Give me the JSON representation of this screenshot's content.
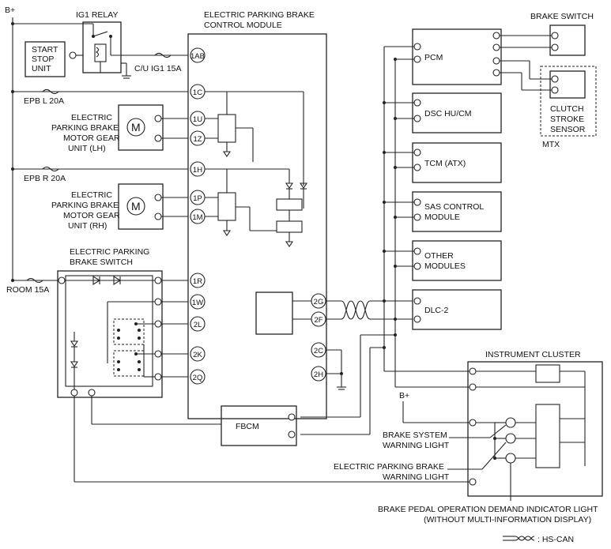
{
  "labels": {
    "bplus_top": "B+",
    "ig1_relay": "IG1 RELAY",
    "start_stop_1": "START",
    "start_stop_2": "STOP",
    "start_stop_3": "UNIT",
    "cu_ig1": "C/U IG1 15A",
    "epb_module_1": "ELECTRIC PARKING BRAKE",
    "epb_module_2": "CONTROL MODULE",
    "epb_l": "EPB L 20A",
    "epb_r": "EPB R 20A",
    "motor_lh_1": "ELECTRIC",
    "motor_lh_2": "PARKING BRAKE",
    "motor_lh_3": "MOTOR GEAR",
    "motor_lh_4": "UNIT (LH)",
    "motor_rh_1": "ELECTRIC",
    "motor_rh_2": "PARKING BRAKE",
    "motor_rh_3": "MOTOR GEAR",
    "motor_rh_4": "UNIT (RH)",
    "motor_symbol": "M",
    "epb_switch_1": "ELECTRIC PARKING",
    "epb_switch_2": "BRAKE SWITCH",
    "room": "ROOM 15A",
    "fbcm": "FBCM",
    "brake_switch": "BRAKE SWITCH",
    "pcm": "PCM",
    "clutch_1": "CLUTCH",
    "clutch_2": "STROKE",
    "clutch_3": "SENSOR",
    "mtx": "MTX",
    "dsc": "DSC HU/CM",
    "tcm": "TCM (ATX)",
    "sas_1": "SAS CONTROL",
    "sas_2": "MODULE",
    "other_1": "OTHER",
    "other_2": "MODULES",
    "dlc": "DLC-2",
    "instrument_cluster": "INSTRUMENT CLUSTER",
    "bplus_ic": "B+",
    "brake_warn_1": "BRAKE SYSTEM",
    "brake_warn_2": "WARNING LIGHT",
    "epb_warn_1": "ELECTRIC PARKING BRAKE",
    "epb_warn_2": "WARNING LIGHT",
    "pedal_1": "BRAKE PEDAL OPERATION DEMAND INDICATOR LIGHT",
    "pedal_2": "(WITHOUT MULTI-INFORMATION DISPLAY)",
    "legend": ": HS-CAN"
  },
  "pins": {
    "p1AB": "1AB",
    "p1C": "1C",
    "p1U": "1U",
    "p1Z": "1Z",
    "p1H": "1H",
    "p1P": "1P",
    "p1M": "1M",
    "p1R": "1R",
    "p1W": "1W",
    "p2L": "2L",
    "p2K": "2K",
    "p2Q": "2Q",
    "p2G": "2G",
    "p2F": "2F",
    "p2C": "2C",
    "p2H": "2H"
  }
}
